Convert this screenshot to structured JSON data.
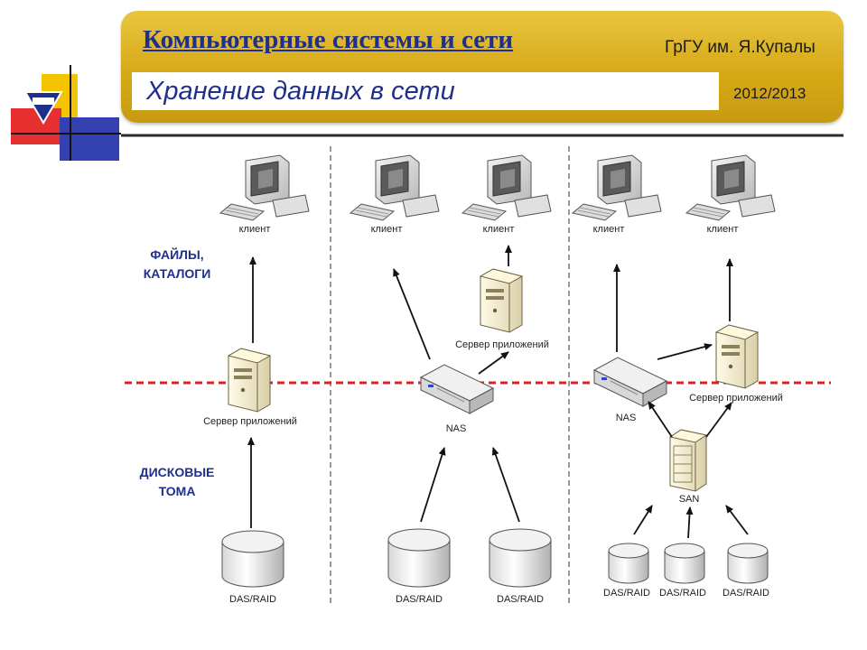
{
  "header": {
    "course_title": "Компьютерные системы и сети",
    "university": "ГрГУ им. Я.Купалы",
    "subtitle": "Хранение данных в сети",
    "year": "2012/2013"
  },
  "labels": {
    "client": "клиент",
    "app_server": "Сервер приложений",
    "nas": "NAS",
    "san": "SAN",
    "das_raid": "DAS/RAID",
    "files_line1": "ФАЙЛЫ,",
    "files_line2": "КАТАЛОГИ",
    "disk_line1": "ДИСКОВЫЕ",
    "disk_line2": "ТОМА"
  },
  "colors": {
    "header_gold": "#d6a918",
    "title_blue": "#1f2f8c",
    "divider_red": "#e02020",
    "logo_yellow": "#f5c400",
    "logo_red": "#e63030",
    "logo_blue": "#3340b0"
  }
}
